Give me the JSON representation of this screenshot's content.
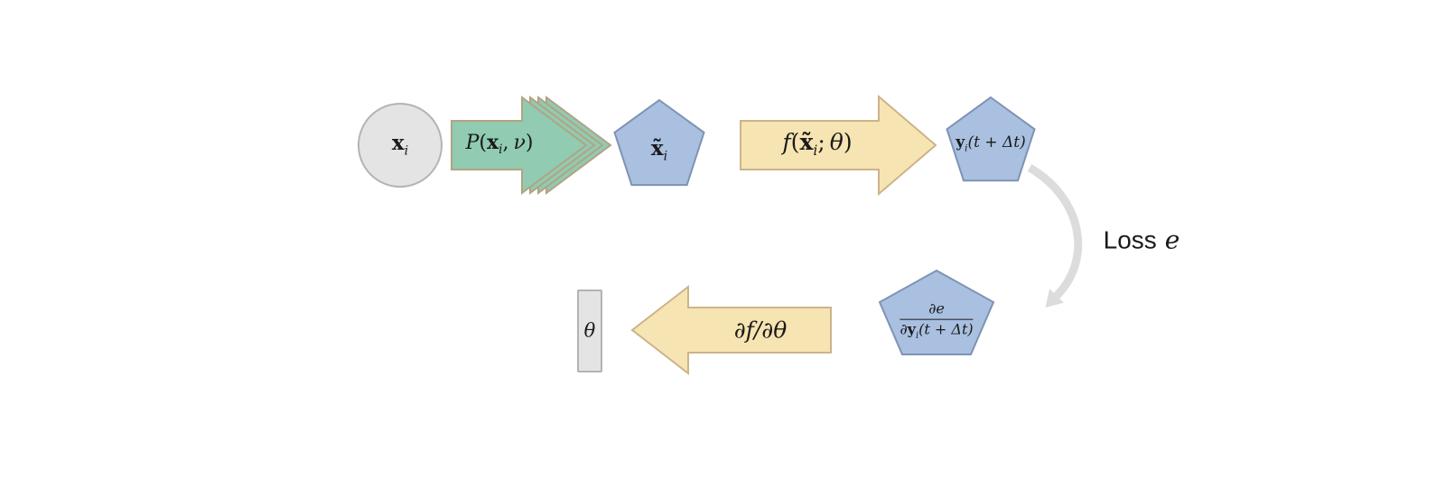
{
  "diagram": {
    "input_node": {
      "var": "x",
      "sub": "i"
    },
    "perturbation_arrow": {
      "func": "P",
      "open": "(",
      "var": "x",
      "sub": "i",
      "sep": ",",
      "param": "ν",
      "close": ")"
    },
    "perturbed_node": {
      "var": "x̃",
      "sub": "i"
    },
    "forward_arrow": {
      "func": "f",
      "open": "(",
      "var": "x̃",
      "sub": "i",
      "sep": ";",
      "param": "θ",
      "close": ")"
    },
    "output_node": {
      "var": "y",
      "sub": "i",
      "rest": "(t + Δt)"
    },
    "loss_label": {
      "text": "Loss",
      "var": "e"
    },
    "gradient_node": {
      "num": "∂e",
      "den_d": "∂",
      "den_var": "y",
      "den_sub": "i",
      "den_rest": "(t + Δt)"
    },
    "backward_arrow": {
      "label": "∂f/∂θ"
    },
    "theta_node": {
      "label": "θ"
    }
  },
  "colors": {
    "node_gray_fill": "#e4e4e4",
    "node_gray_stroke": "#b3b3b3",
    "pentagon_fill": "#a9c0e0",
    "pentagon_stroke": "#7e93b4",
    "green_arrow_fill": "#90cbb2",
    "green_arrow_stroke": "#b3a383",
    "tan_arrow_fill": "#f6e4b2",
    "tan_arrow_stroke": "#ccb489",
    "loss_arrow": "#dcdcdc",
    "text": "#1a1a1a"
  }
}
